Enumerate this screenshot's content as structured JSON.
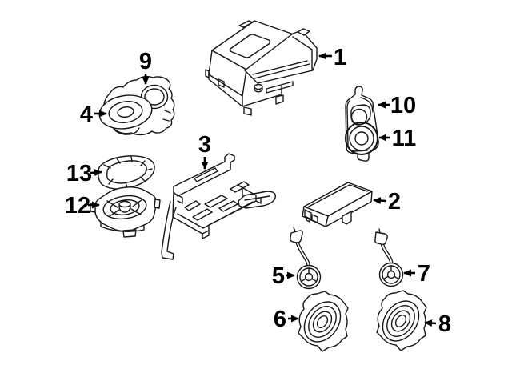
{
  "diagram": {
    "background_color": "#ffffff",
    "line_color": "#161616",
    "callout_color": "#000000",
    "callouts": [
      {
        "label": "1"
      },
      {
        "label": "2"
      },
      {
        "label": "3"
      },
      {
        "label": "4"
      },
      {
        "label": "5"
      },
      {
        "label": "6"
      },
      {
        "label": "7"
      },
      {
        "label": "8"
      },
      {
        "label": "9"
      },
      {
        "label": "10"
      },
      {
        "label": "11"
      },
      {
        "label": "12"
      },
      {
        "label": "13"
      }
    ]
  }
}
